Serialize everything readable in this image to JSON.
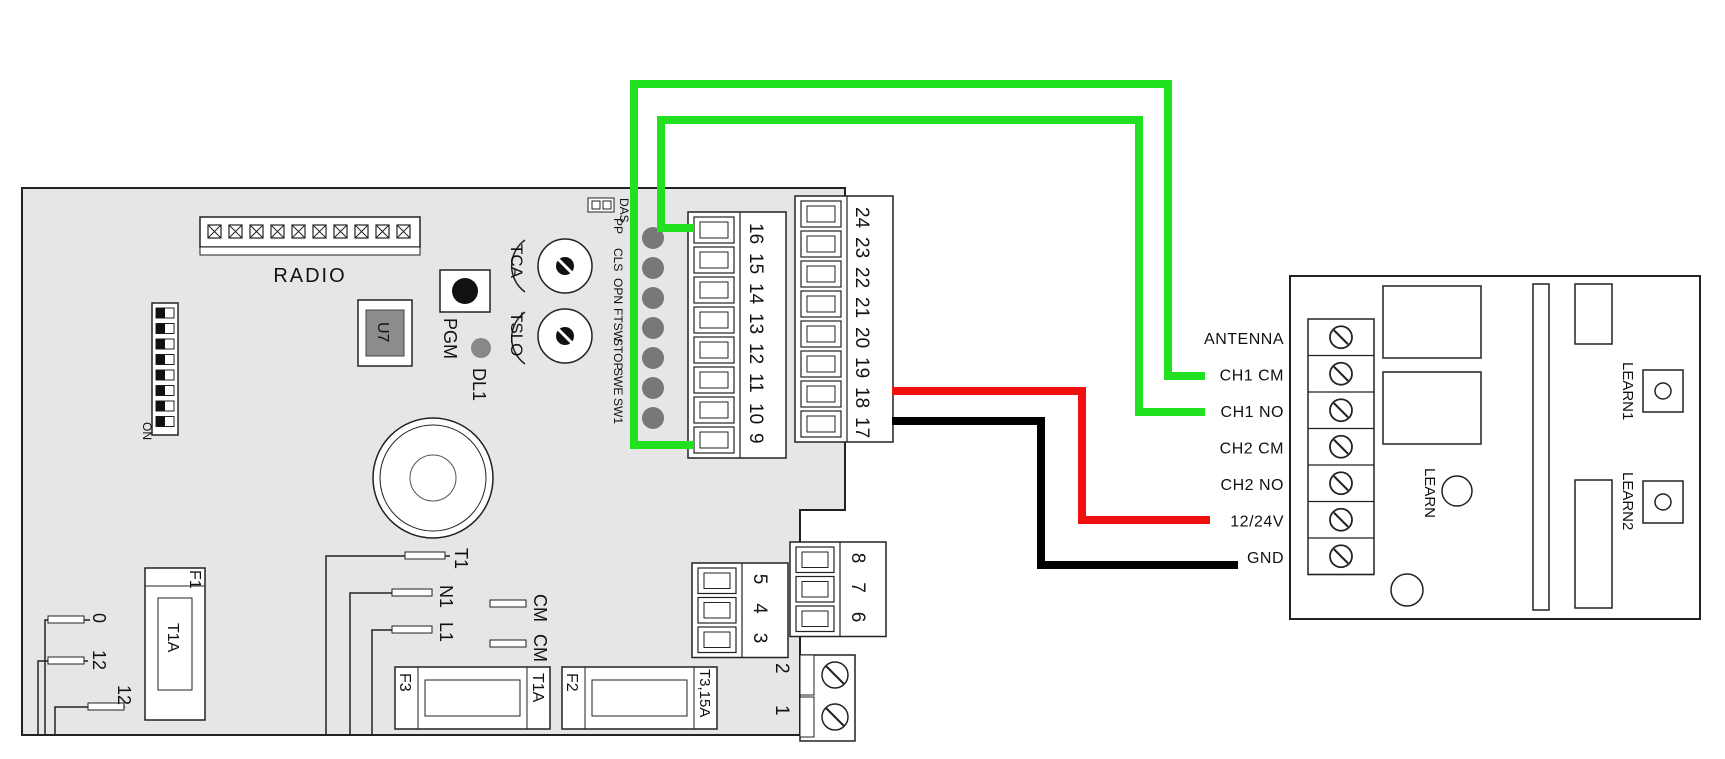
{
  "controller": {
    "radio_label": "RADIO",
    "ic_label": "U7",
    "pgm_label": "PGM",
    "dl1_label": "DL1",
    "tca_label": "TCA",
    "tslo_label": "TSLO",
    "dip_label": "ON",
    "das_label": "DAS",
    "input_labels": [
      "PP",
      "CLS",
      "OPN",
      "FTSW",
      "STOP",
      "SWE",
      "SW1"
    ],
    "terminal_strip_left": [
      "16",
      "15",
      "14",
      "13",
      "12",
      "11",
      "10",
      "9"
    ],
    "terminal_strip_right": [
      "24",
      "23",
      "22",
      "21",
      "20",
      "19",
      "18",
      "17"
    ],
    "terminal_small_top": [
      "8",
      "7",
      "6"
    ],
    "terminal_small_bottom": [
      "5",
      "4",
      "3"
    ],
    "terminal_screw": [
      "2",
      "1"
    ],
    "power_labels": [
      "T1",
      "N1",
      "L1",
      "CM",
      "CM"
    ],
    "transformer_labels": [
      "0",
      "12",
      "12"
    ],
    "fuses": [
      {
        "name": "F1",
        "rating": "T1A"
      },
      {
        "name": "F3",
        "rating": "T1A"
      },
      {
        "name": "F2",
        "rating": "T3,15A"
      }
    ]
  },
  "receiver": {
    "terminals": [
      "ANTENNA",
      "CH1 CM",
      "CH1 NO",
      "CH2 CM",
      "CH2 NO",
      "12/24V",
      "GND"
    ],
    "learn_label": "LEARN",
    "learn1_label": "LEARN1",
    "learn2_label": "LEARN2"
  },
  "wires": [
    {
      "from": "16",
      "to": "CH1 NO",
      "color": "#22e11e"
    },
    {
      "from": "9",
      "to": "CH1 CM",
      "color": "#22e11e"
    },
    {
      "from": "18",
      "to": "12/24V",
      "color": "#f01010"
    },
    {
      "from": "17",
      "to": "GND",
      "color": "#000000"
    }
  ],
  "colors": {
    "board_fill": "#e6e6e6",
    "outline": "#222222",
    "green_wire": "#22e11e",
    "red_wire": "#f01010",
    "black_wire": "#000000"
  }
}
